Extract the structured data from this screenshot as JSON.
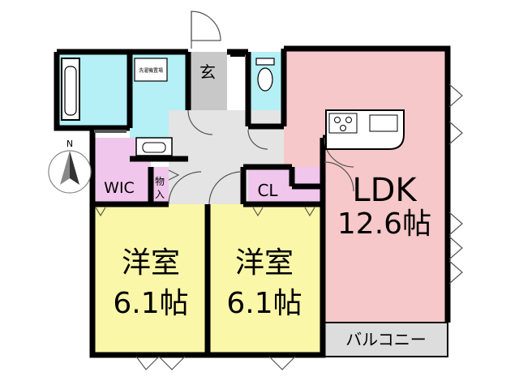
{
  "rooms": {
    "entrance": "玄",
    "wic": "WIC",
    "storage": "物入",
    "closet": "CL",
    "ldk_label": "LDK",
    "ldk_size": "12.6帖",
    "bedroom1_label": "洋室",
    "bedroom1_size": "6.1帖",
    "bedroom2_label": "洋室",
    "bedroom2_size": "6.1帖",
    "balcony": "バルコニー",
    "washer": "洗濯機置場"
  },
  "compass": {
    "north": "N"
  },
  "colors": {
    "bath_blue": "#b4f0f5",
    "hall_gray": "#e4e4e4",
    "ldk_pink": "#f7c8c9",
    "bedroom_yellow": "#fbf7a8",
    "closet_purple": "#f0c6ec",
    "balcony_gray": "#dddddd",
    "entrance_gray": "#c8c8c8"
  },
  "icons": [
    "compass-icon",
    "bathtub-icon",
    "toilet-icon",
    "stove-icon",
    "sink-icon",
    "washbasin-icon",
    "door-swing-icon",
    "window-icon"
  ]
}
